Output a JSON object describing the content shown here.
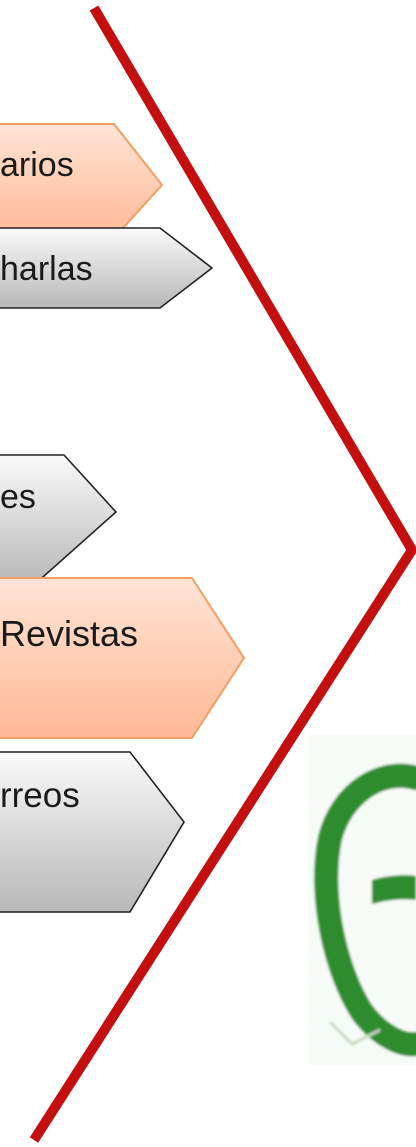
{
  "colors": {
    "line": "#c30f10",
    "orange_fill_top": "#ffd9c7",
    "orange_fill_bottom": "#ffbfa0",
    "orange_stroke": "#f0a060",
    "gray_fill_top": "#f6f6f6",
    "gray_fill_bottom": "#bdbdbd",
    "gray_stroke": "#222222",
    "icon_green": "#2e8b2e"
  },
  "labels": [
    {
      "text": "arios",
      "style": "orange"
    },
    {
      "text": "harlas",
      "style": "gray"
    },
    {
      "text": "es",
      "style": "gray"
    },
    {
      "text": "Revistas",
      "style": "orange"
    },
    {
      "text": "rreos",
      "style": "gray"
    }
  ],
  "icon": "green-circle-icon"
}
